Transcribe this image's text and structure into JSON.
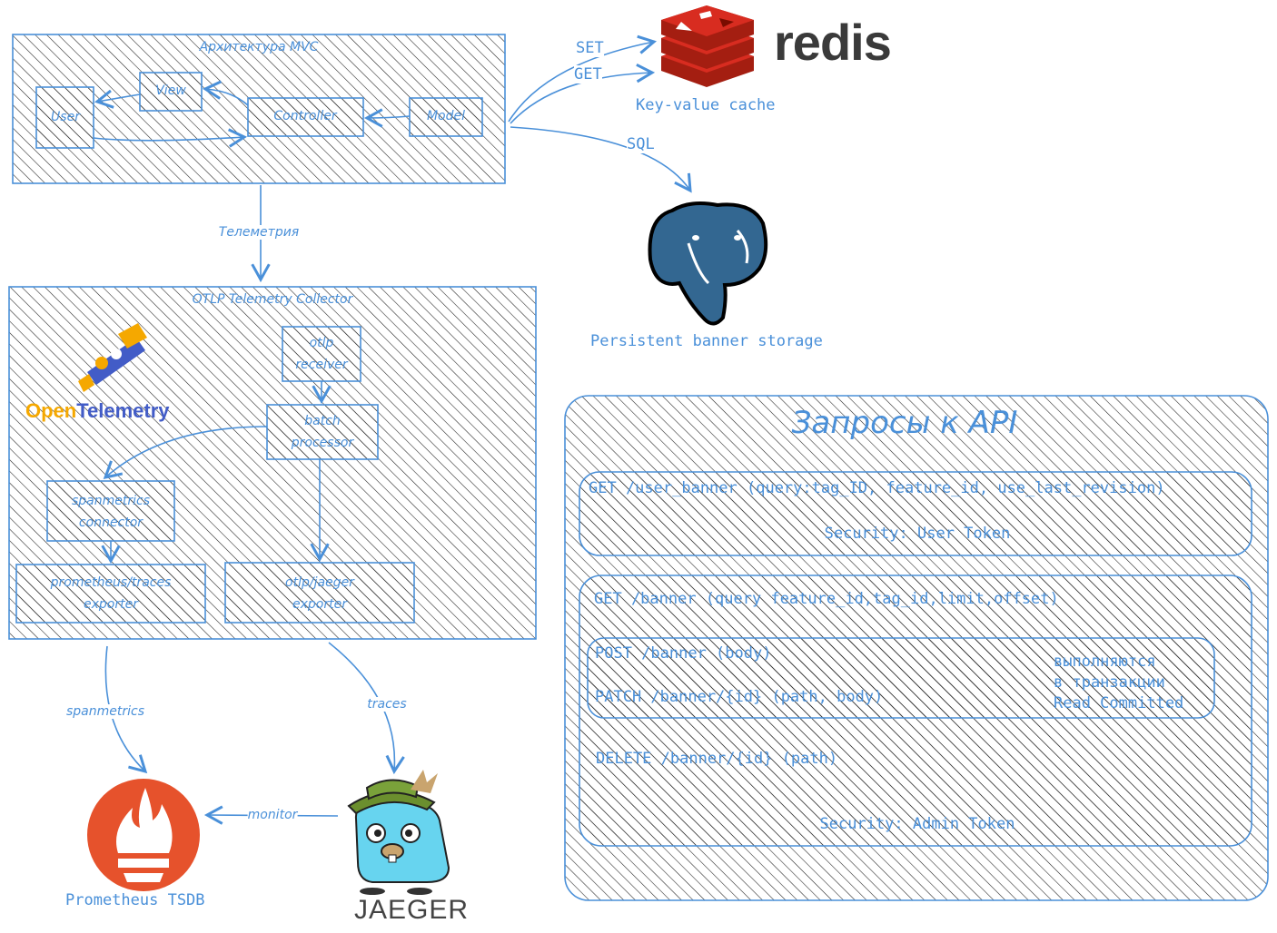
{
  "mvc": {
    "title": "Архитектура MVC",
    "user": "User",
    "view": "View",
    "controller": "Controller",
    "model": "Model"
  },
  "edges": {
    "telemetry": "Телеметрия",
    "set": "SET",
    "get": "GET",
    "sql": "SQL",
    "spanmetrics": "spanmetrics",
    "traces": "traces",
    "monitor": "monitor"
  },
  "redis": {
    "wordmark": "redis",
    "caption": "Key-value cache"
  },
  "postgres": {
    "caption": "Persistent banner storage"
  },
  "otlp": {
    "title": "OTLP Telemetry Collector",
    "logo_a": "Open",
    "logo_b": "Telemetry",
    "receiver": "otlp\nreceiver",
    "batch": "batch\nprocessor",
    "spanmetrics": "spanmetrics\nconnector",
    "prom_exporter": "prometheus/traces\nexporter",
    "jaeger_exporter": "otlp/jaeger\nexporter"
  },
  "prometheus": {
    "caption": "Prometheus TSDB"
  },
  "jaeger": {
    "wordmark": "JAEGER"
  },
  "api": {
    "title": "Запросы к API",
    "user_endpoint": "GET /user_banner (query:tag_ID, feature_id, use_last_revision)",
    "user_security": "Security: User Token",
    "admin_get": "GET /banner (query feature_id,tag_id,limit,offset)",
    "post": "POST /banner (body)",
    "patch": "PATCH /banner/{id} (path, body)",
    "tx_note": "выполняются\nв транзакции\nRead Committed",
    "delete": "DELETE /banner/{id} (path)",
    "admin_security": "Security: Admin Token"
  },
  "colors": {
    "stroke": "#4a90d9",
    "hatch": "#1e1e1e",
    "redis_red": "#d82c20",
    "postgres_blue": "#336791",
    "prometheus_orange": "#e6522c",
    "otel_orange": "#f5a800",
    "otel_blue": "#425cc7"
  }
}
